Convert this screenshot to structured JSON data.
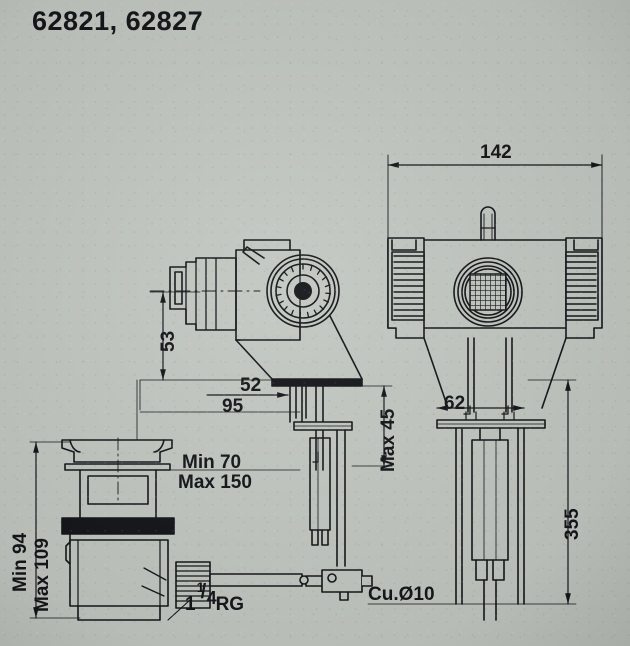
{
  "page": {
    "title": "62821, 62827",
    "background_color": "#c2c8c1",
    "line_color": "#14161a"
  },
  "drawing": {
    "description": "Technical dimension drawing of a bidet/basin mixer tap with pop-up waste assembly, shown in side view and front view",
    "views": [
      {
        "name": "side-view",
        "label": "side elevation of mixer body with knurled handwheel"
      },
      {
        "name": "front-view",
        "label": "front elevation of mixer body with ribbed caps and central aerator"
      },
      {
        "name": "waste-view",
        "label": "pop-up waste drain assembly, section"
      }
    ]
  },
  "dimensions": {
    "width_142": "142",
    "height_53": "53",
    "offset_52": "52",
    "offset_95": "95",
    "max_45": "Max 45",
    "height_355": "355",
    "spacing_62": "62",
    "min_70": "Min    70",
    "max_150": "Max 150",
    "min_94": "Min 94",
    "max_109": "Max 109"
  },
  "annotations": {
    "thread_whole": "1",
    "thread_numerator": "1",
    "thread_slash": "/",
    "thread_denominator": "4",
    "thread_suffix": "RG",
    "copper_tube": "Cu.Ø10"
  }
}
